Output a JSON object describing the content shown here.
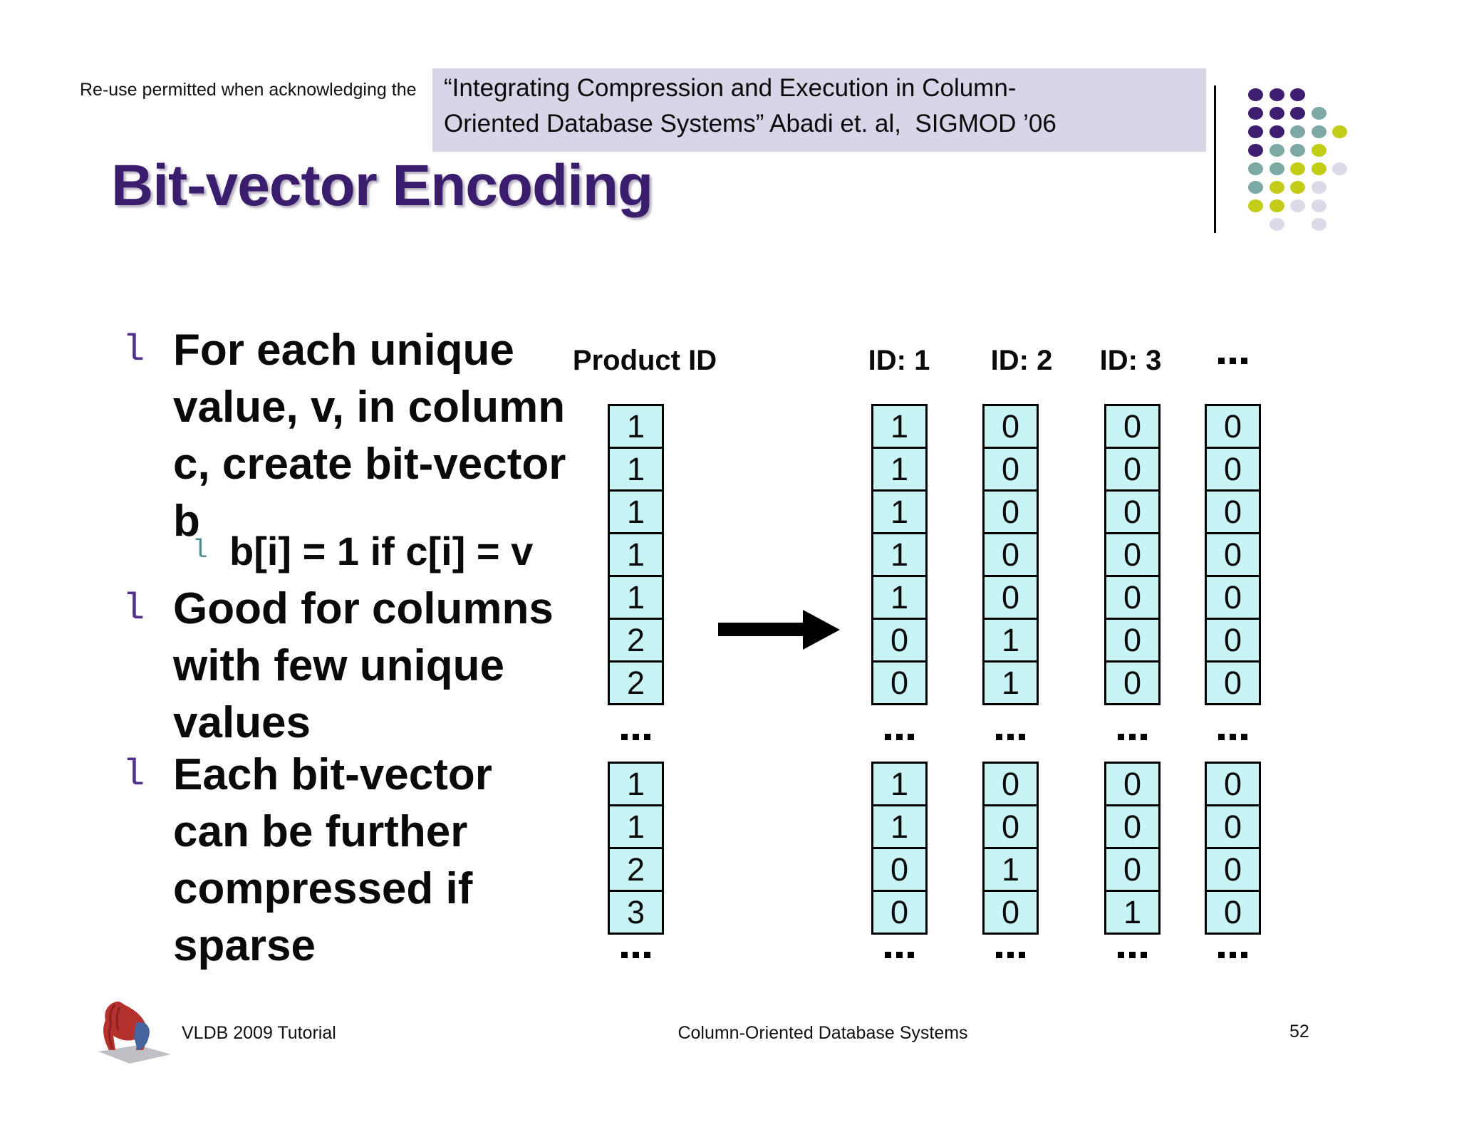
{
  "header": {
    "reuse_note": "Re-use permitted when acknowledging the",
    "citation_line1": "“Integrating Compression and Execution in Column-",
    "citation_line2": "Oriented Database Systems” Abadi et. al,  SIGMOD ’06",
    "title": "Bit-vector Encoding"
  },
  "colors": {
    "title": "#3b1d6e",
    "citation_bg": "#d8d5e8",
    "cell_bg": "#c9f4f6",
    "bullet_l1_marker": "#53308d",
    "bullet_l2_marker": "#4f8d8d",
    "logo_purple": "#3d1e70",
    "logo_teal": "#7da9a5",
    "logo_yellow": "#c3cc17",
    "logo_lavender": "#dcdae8"
  },
  "logo_pattern": [
    "PPP..",
    "PPPT.",
    "PPTTY",
    "PTTY.",
    "TTYYL",
    "TYYL.",
    "YYLL.",
    ".L.L."
  ],
  "bullets": {
    "marker": "l",
    "item1": "For each unique\nvalue, v, in column\nc, create bit-vector\nb",
    "item1_sub": "b[i] = 1 if c[i] = v",
    "item2": "Good for columns\nwith few unique\nvalues",
    "item3": "Each bit-vector\ncan be further\ncompressed if\nsparse"
  },
  "table": {
    "ellipsis": "…",
    "columns": [
      {
        "header": "Product ID",
        "group1": [
          "1",
          "1",
          "1",
          "1",
          "1",
          "2",
          "2"
        ],
        "group2": [
          "1",
          "1",
          "2",
          "3"
        ]
      },
      {
        "header": "ID: 1",
        "group1": [
          "1",
          "1",
          "1",
          "1",
          "1",
          "0",
          "0"
        ],
        "group2": [
          "1",
          "1",
          "0",
          "0"
        ]
      },
      {
        "header": "ID: 2",
        "group1": [
          "0",
          "0",
          "0",
          "0",
          "0",
          "1",
          "1"
        ],
        "group2": [
          "0",
          "0",
          "1",
          "0"
        ]
      },
      {
        "header": "ID: 3",
        "group1": [
          "0",
          "0",
          "0",
          "0",
          "0",
          "0",
          "0"
        ],
        "group2": [
          "0",
          "0",
          "0",
          "1"
        ]
      },
      {
        "header": "…",
        "group1": [
          "0",
          "0",
          "0",
          "0",
          "0",
          "0",
          "0"
        ],
        "group2": [
          "0",
          "0",
          "0",
          "0"
        ]
      }
    ]
  },
  "footer": {
    "left": "VLDB 2009 Tutorial",
    "center": "Column-Oriented Database Systems",
    "page": "52"
  }
}
